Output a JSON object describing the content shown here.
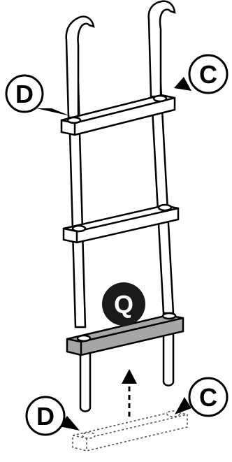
{
  "callouts": [
    {
      "id": "D",
      "label": "D",
      "style": "outline",
      "target": "left-rail-top"
    },
    {
      "id": "C",
      "label": "C",
      "style": "outline",
      "target": "right-rail-top"
    },
    {
      "id": "Q",
      "label": "Q",
      "style": "filled",
      "target": "bottom-step"
    },
    {
      "id": "D2",
      "label": "D",
      "style": "outline",
      "target": "step-left-hole"
    },
    {
      "id": "C2",
      "label": "C",
      "style": "outline",
      "target": "step-right-hole"
    }
  ],
  "colors": {
    "line": "#000000",
    "step_fill": "#ffffff",
    "highlighted_step_fill": "#a6a6a6",
    "ghost_step_stroke": "#555555",
    "filled_callout": "#1a1a1a"
  },
  "parts": [
    "left-rail",
    "right-rail",
    "hook-left",
    "hook-right",
    "step-top",
    "step-middle",
    "step-bottom-highlighted",
    "step-ghost",
    "insert-arrow"
  ]
}
